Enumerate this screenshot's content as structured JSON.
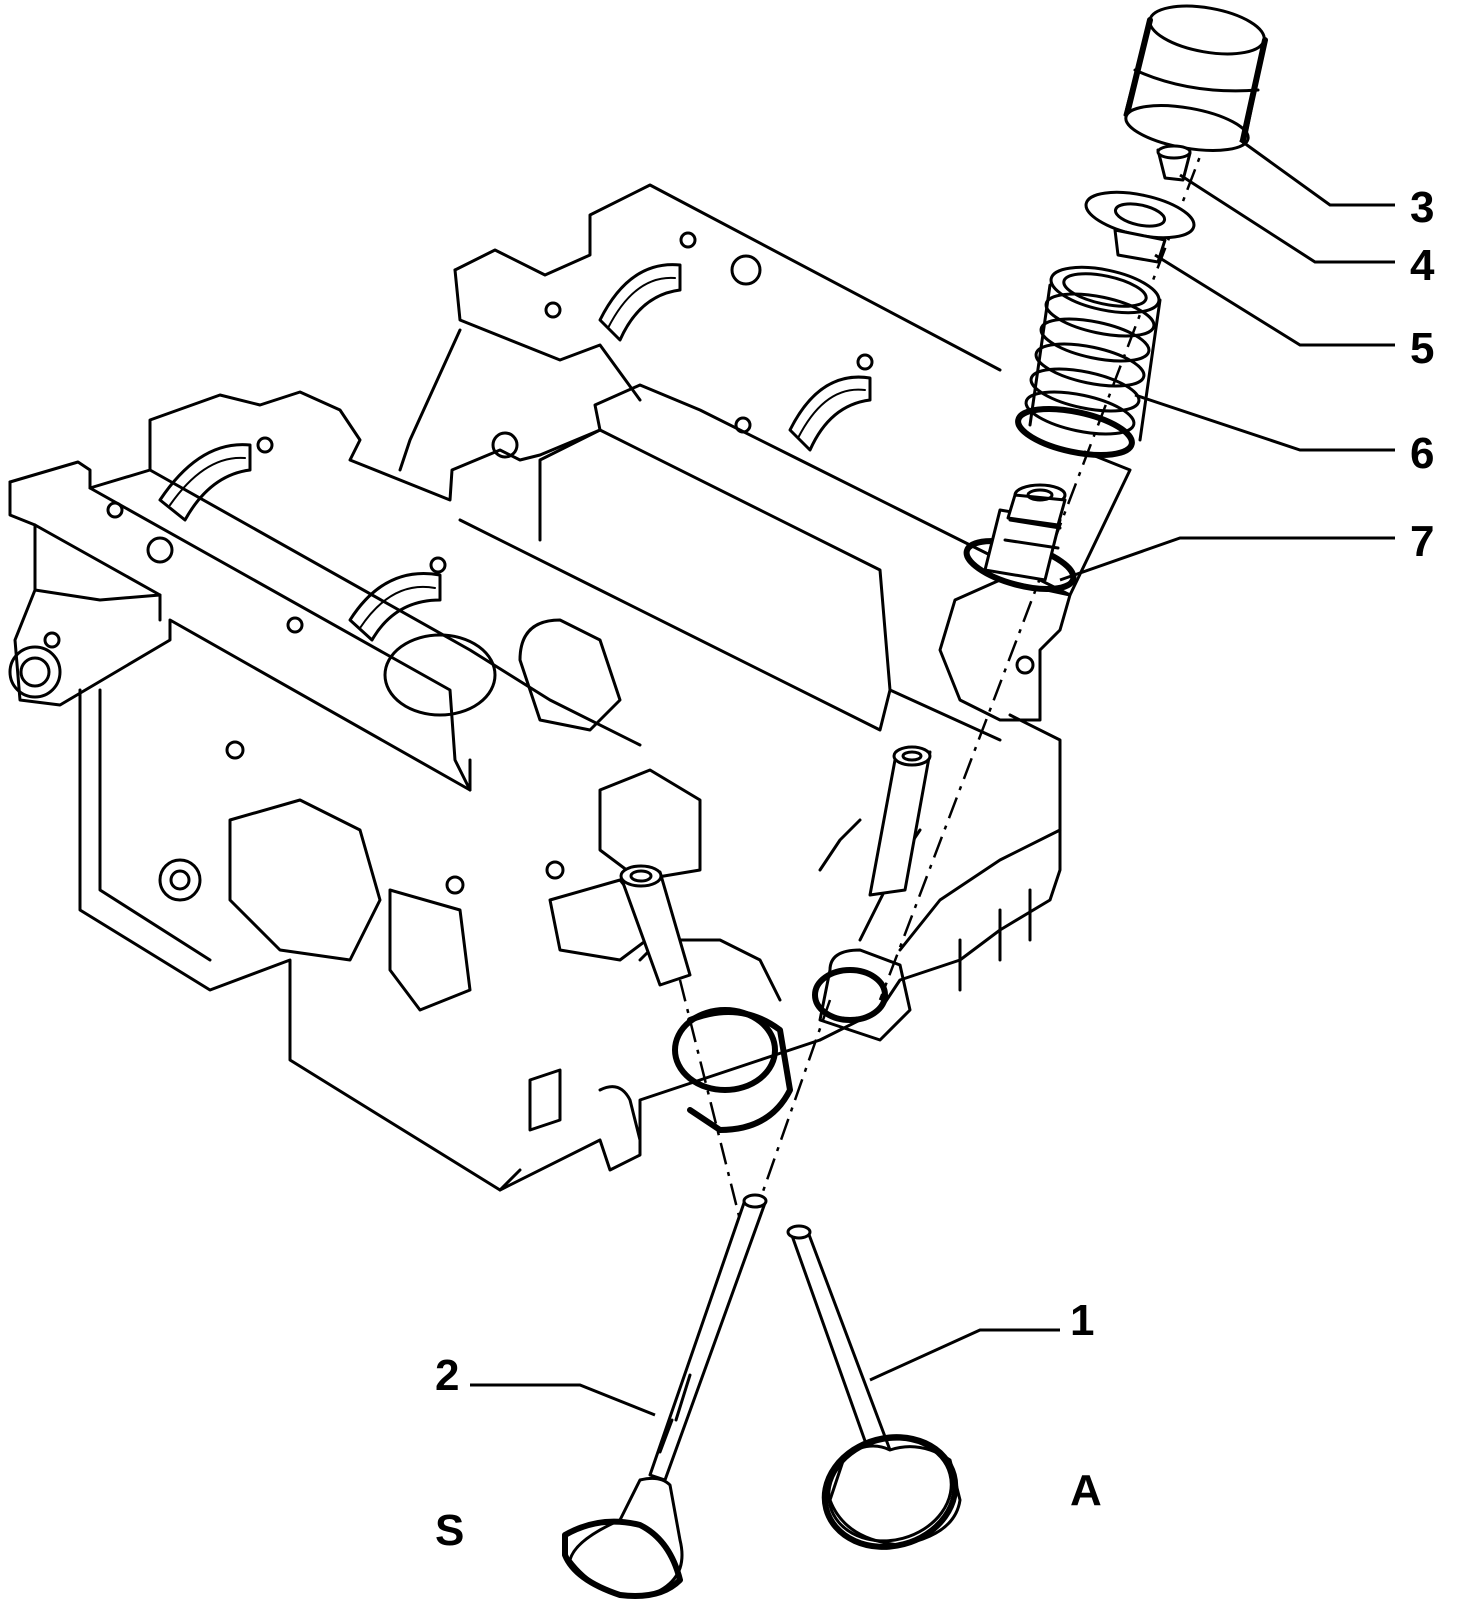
{
  "diagram": {
    "callouts": [
      {
        "id": "1",
        "text": "1"
      },
      {
        "id": "2",
        "text": "2"
      },
      {
        "id": "3",
        "text": "3"
      },
      {
        "id": "4",
        "text": "4"
      },
      {
        "id": "5",
        "text": "5"
      },
      {
        "id": "6",
        "text": "6"
      },
      {
        "id": "7",
        "text": "7"
      }
    ],
    "side_labels": {
      "exhaust": "S",
      "intake": "A"
    }
  }
}
